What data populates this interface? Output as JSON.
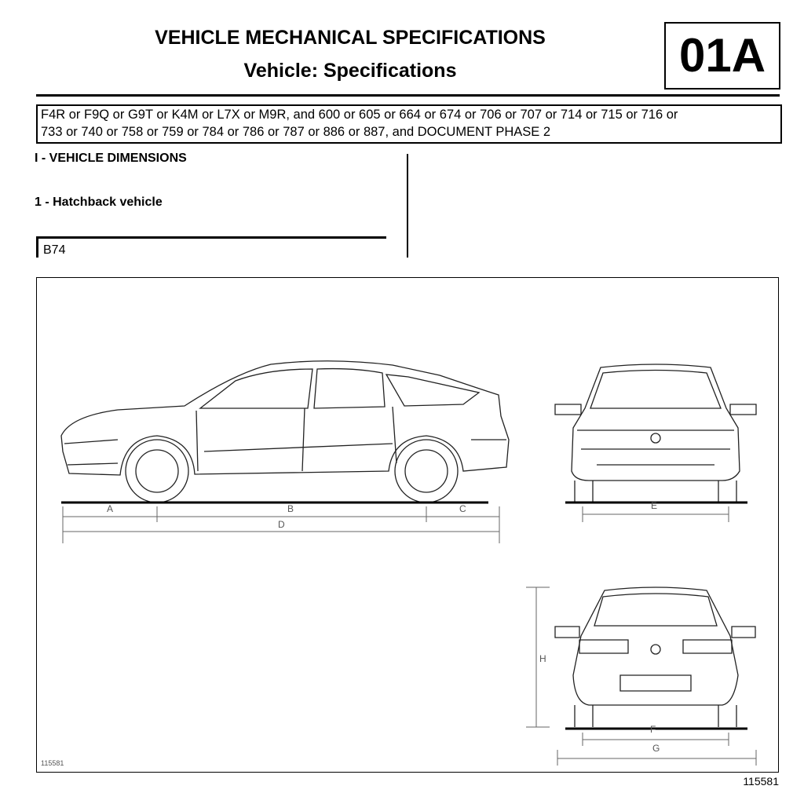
{
  "header": {
    "title": "VEHICLE MECHANICAL SPECIFICATIONS",
    "subtitle": "Vehicle: Specifications",
    "section_code": "01A"
  },
  "applicability": {
    "line1": "F4R or F9Q or G9T or K4M or L7X or M9R, and 600 or 605 or 664 or 674 or 706 or 707 or 714 or 715 or 716 or",
    "line2": "733 or 740 or 758 or 759 or 784 or 786 or 787 or 886 or 887, and DOCUMENT PHASE 2"
  },
  "section": {
    "heading": "I - VEHICLE DIMENSIONS",
    "subheading": "1 - Hatchback vehicle",
    "vehicle_code": "B74"
  },
  "figure": {
    "dimension_labels": {
      "A": "A",
      "B": "B",
      "C": "C",
      "D": "D",
      "E": "E",
      "F": "F",
      "G": "G",
      "H": "H"
    },
    "inner_ref": "115581",
    "caption": "115581"
  }
}
